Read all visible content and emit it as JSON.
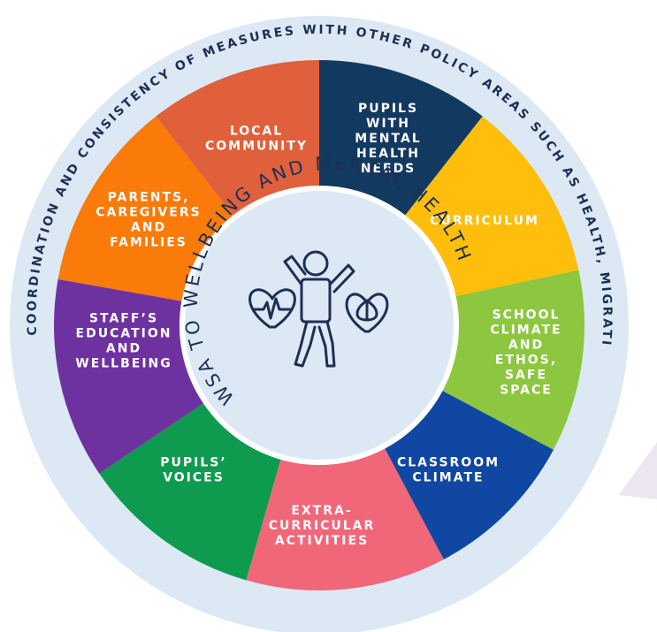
{
  "outer_text": "COORDINATION AND CONSISTENCY OF MEASURES WITH OTHER POLICY AREAS SUCH AS HEALTH, MIGRATION, SOCIAL SERVICES, EMPLOYMENT, JUSTICE …",
  "center_text": "WSA TO WELLBEING AND MENTAL HEALTH",
  "center_icon": "person-with-hearts-icon",
  "segments": [
    {
      "id": "local-community",
      "lines": [
        "LOCAL",
        "COMMUNITY"
      ],
      "color": "#e0603c"
    },
    {
      "id": "pupils-mental-health",
      "lines": [
        "PUPILS",
        "WITH",
        "MENTAL",
        "HEALTH",
        "NEEDS"
      ],
      "color": "#12395f"
    },
    {
      "id": "curriculum",
      "lines": [
        "CURRICULUM"
      ],
      "color": "#ffbe0c"
    },
    {
      "id": "school-climate",
      "lines": [
        "SCHOOL",
        "CLIMATE",
        "AND",
        "ETHOS,",
        "SAFE",
        "SPACE"
      ],
      "color": "#8dc63f"
    },
    {
      "id": "classroom-climate",
      "lines": [
        "CLASSROOM",
        "CLIMATE"
      ],
      "color": "#0f47a3"
    },
    {
      "id": "extra-curricular",
      "lines": [
        "EXTRA-",
        "CURRICULAR",
        "ACTIVITIES"
      ],
      "color": "#f0677a"
    },
    {
      "id": "pupils-voices",
      "lines": [
        "PUPILS’",
        "VOICES"
      ],
      "color": "#0e9b4f"
    },
    {
      "id": "staff-education",
      "lines": [
        "STAFF’S",
        "EDUCATION",
        "AND",
        "WELLBEING"
      ],
      "color": "#6e32a0"
    },
    {
      "id": "parents-caregivers",
      "lines": [
        "PARENTS,",
        "CAREGIVERS",
        "AND",
        "FAMILIES"
      ],
      "color": "#fa7a0a"
    }
  ],
  "colors": {
    "ring": "#dce9f4",
    "center": "#dce9f4",
    "text": "#1d2f55",
    "accent_triangle": "#ece6f0"
  }
}
